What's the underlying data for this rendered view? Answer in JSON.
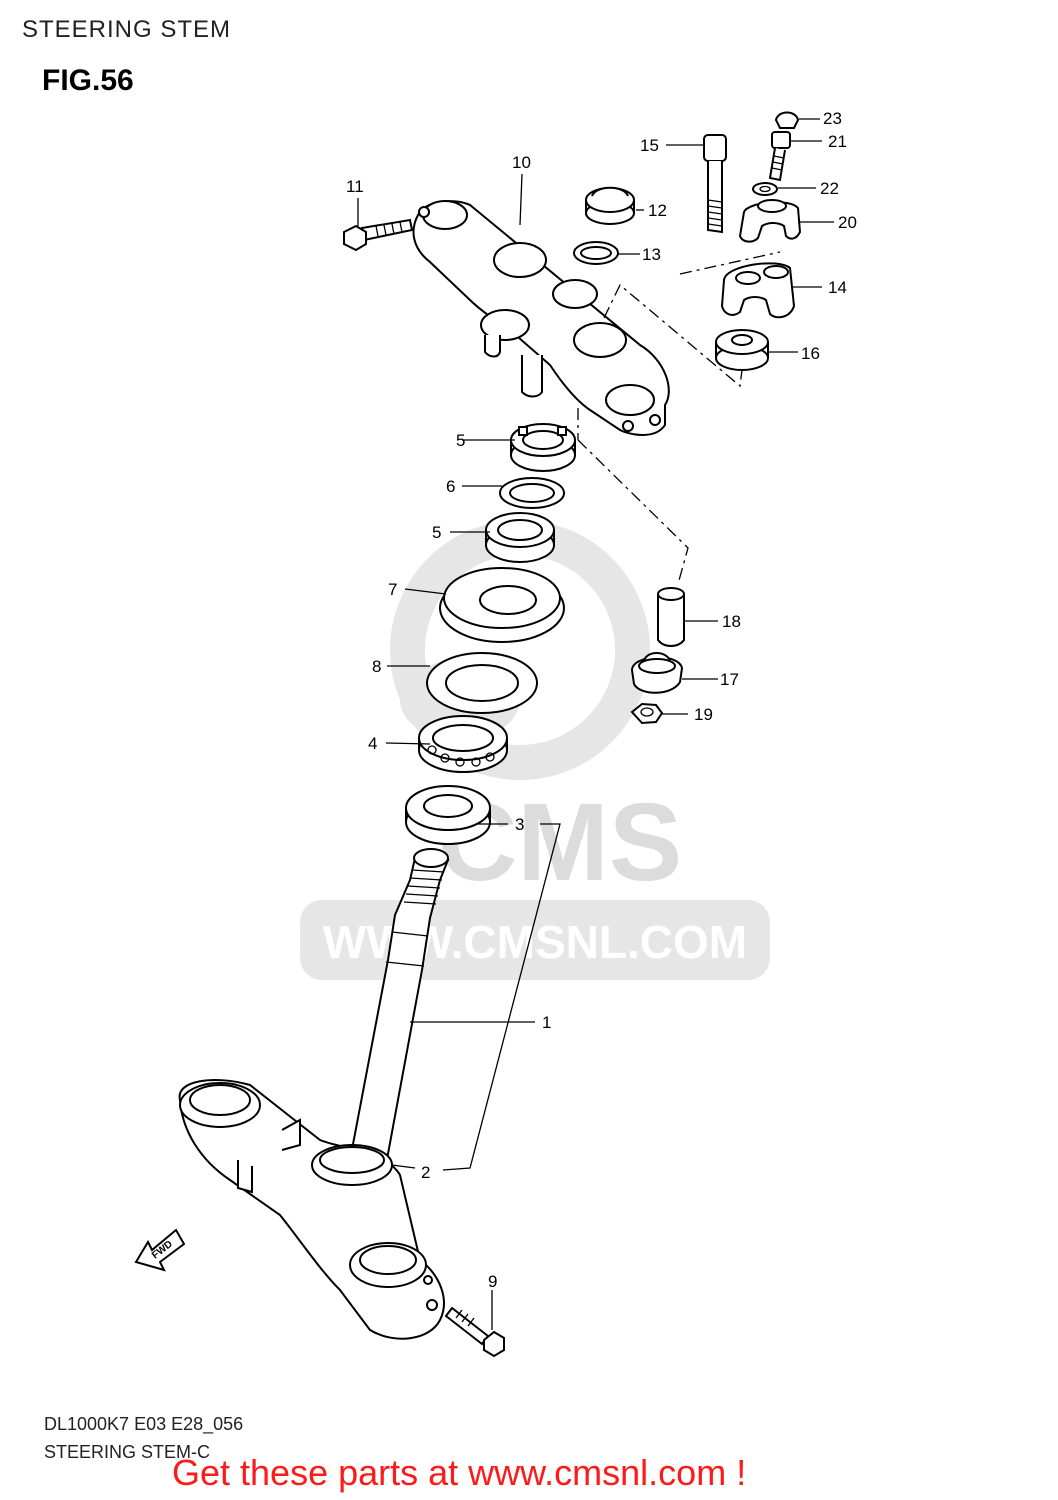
{
  "header": {
    "section_title": "STEERING STEM",
    "figure_number": "FIG.56"
  },
  "watermark": {
    "brand": "CMS",
    "url": "WWW.CMSNL.COM"
  },
  "fwd_badge": "FWD",
  "callouts": [
    {
      "id": "p1",
      "label": "1"
    },
    {
      "id": "p2",
      "label": "2"
    },
    {
      "id": "p3",
      "label": "3"
    },
    {
      "id": "p4",
      "label": "4"
    },
    {
      "id": "p5a",
      "label": "5"
    },
    {
      "id": "p5b",
      "label": "5"
    },
    {
      "id": "p6",
      "label": "6"
    },
    {
      "id": "p7",
      "label": "7"
    },
    {
      "id": "p8",
      "label": "8"
    },
    {
      "id": "p9",
      "label": "9"
    },
    {
      "id": "p10",
      "label": "10"
    },
    {
      "id": "p11",
      "label": "11"
    },
    {
      "id": "p12",
      "label": "12"
    },
    {
      "id": "p13",
      "label": "13"
    },
    {
      "id": "p14",
      "label": "14"
    },
    {
      "id": "p15",
      "label": "15"
    },
    {
      "id": "p16",
      "label": "16"
    },
    {
      "id": "p17",
      "label": "17"
    },
    {
      "id": "p18",
      "label": "18"
    },
    {
      "id": "p19",
      "label": "19"
    },
    {
      "id": "p20",
      "label": "20"
    },
    {
      "id": "p21",
      "label": "21"
    },
    {
      "id": "p22",
      "label": "22"
    },
    {
      "id": "p23",
      "label": "23"
    }
  ],
  "footer": {
    "model_code": "DL1000K7 E03 E28_056",
    "diagram_name": "STEERING STEM-C",
    "promo": "Get these parts at www.cmsnl.com !"
  }
}
